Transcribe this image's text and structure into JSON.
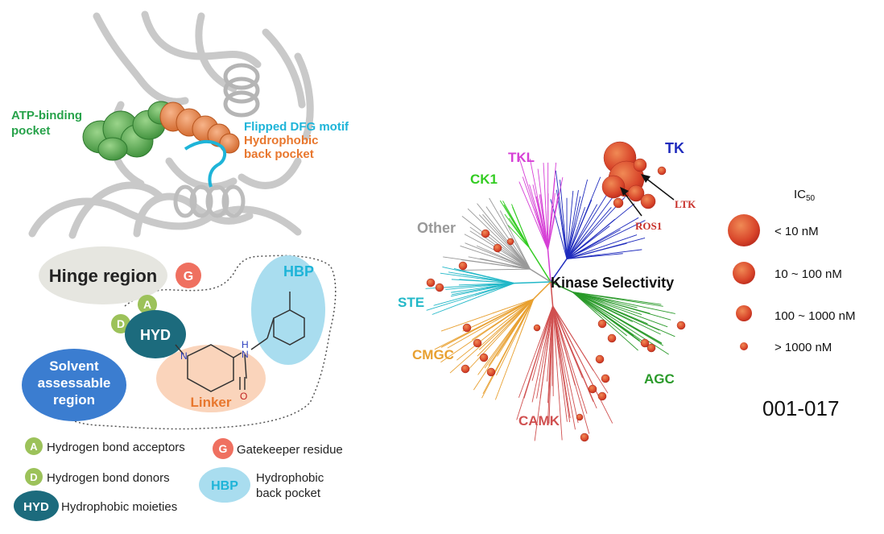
{
  "colors": {
    "green": "#27a24a",
    "orange": "#e8772e",
    "cyan": "#1eb4d8",
    "darkteal": "#1c6b7d",
    "blue": "#3b7dd0",
    "red": "#c8302a",
    "tk": "#1f2bbd",
    "tkl": "#d63fd6",
    "ck1": "#33cc22",
    "other": "#999999",
    "ste": "#22b8c8",
    "cmgc": "#e8a030",
    "camk": "#d05050",
    "agc": "#2a9a2a"
  },
  "structure": {
    "atp_label_line1": "ATP-binding",
    "atp_label_line2": "pocket",
    "dfg_label": "Flipped DFG motif",
    "hbp_label_line1": "Hydrophobic",
    "hbp_label_line2": "back pocket"
  },
  "scheme": {
    "hinge": "Hinge region",
    "g_badge": "G",
    "a_badge": "A",
    "d_badge": "D",
    "hyd_badge": "HYD",
    "hbp_badge": "HBP",
    "solvent_line1": "Solvent",
    "solvent_line2": "assessable",
    "solvent_line3": "region",
    "linker": "Linker",
    "atom_n1": "N",
    "atom_n2": "N",
    "atom_h": "H",
    "atom_o": "O"
  },
  "legend_left": {
    "a_badge": "A",
    "a_text": "Hydrogen bond acceptors",
    "g_badge": "G",
    "g_text": "Gatekeeper residue",
    "d_badge": "D",
    "d_text": "Hydrogen bond donors",
    "hbp_badge": "HBP",
    "hbp_text_line1": "Hydrophobic",
    "hbp_text_line2": "back pocket",
    "hyd_badge": "HYD",
    "hyd_text": "Hydrophobic moieties"
  },
  "kinome": {
    "center_label": "Kinase Selectivity",
    "groups": {
      "tk": "TK",
      "tkl": "TKL",
      "ck1": "CK1",
      "other": "Other",
      "ste": "STE",
      "cmgc": "CMGC",
      "camk": "CAMK",
      "agc": "AGC"
    },
    "ltk": "LTK",
    "ros1": "ROS1"
  },
  "ic50_legend": {
    "title": "IC",
    "title_sub": "50",
    "items": [
      "< 10 nM",
      "10 ~ 100 nM",
      "100 ~ 1000 nM",
      "> 1000 nM"
    ]
  },
  "compound_id": "001-017"
}
